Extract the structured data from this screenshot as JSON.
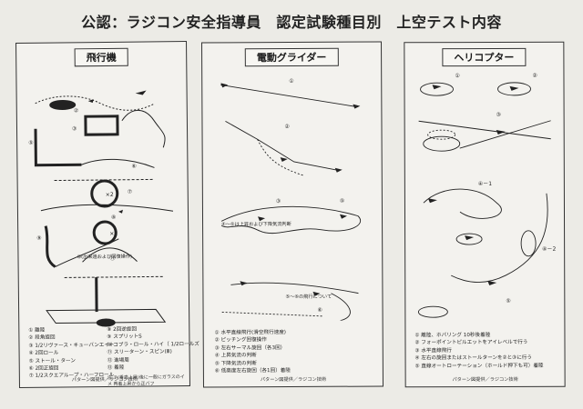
{
  "title": "公認：ラジコン安全指導員　認定試験種目別　上空テスト内容",
  "panels": {
    "airplane": {
      "header": "飛行機",
      "annotation": "⑩(出来過および回復操作)",
      "legend_left": [
        "① 離陸",
        "② 段角旋回",
        "③ 1/2リヴァース・キューバンエイト",
        "④ 2回ロール",
        "⑤ ストール・ターン",
        "⑥ 2回正旋回",
        "⑦ 1/2スクエアループ・ハーフロール"
      ],
      "legend_right": [
        "⑧ 2回逆旋回",
        "⑨ スプリットS",
        "⑩ コブラ・ロール・ハイ（ 1/2ロールズ",
        "⑪ スリーターン・スピン(Ⅲ)",
        "⑫ 進場周",
        "⑬ 着陸"
      ],
      "note": "注 ⑦(垂直上昇)後に一般にガラスのイメ 再着上昇から正バフ"
    },
    "glider": {
      "header": "電動グライダー",
      "annotation": "④～⑤は上昇および下降気流判断",
      "annotation2": "⑤～⑥の飛行について",
      "legend": [
        "① 水平直線飛行(滑空飛行速度)",
        "② ピッチング回復操作",
        "③ 左右サーマル旋回（各3回）",
        "④ 上昇気流の判断",
        "⑤ 下降気流の判断",
        "⑥ 低高度左右旋回（各1回）着陸"
      ]
    },
    "heli": {
      "header": "ヘリコプター",
      "label_4_1": "④－1",
      "label_4_2": "④－2",
      "legend": [
        "① 離陸、ホバリング 10秒後着陸",
        "② フォーポイントピルエットをアイレベルで行う",
        "③ 水平直線飛行",
        "④ 左右の旋回またはストールターンを②と③に行う",
        "⑤ 直線オートローテーション（ホールド押下も可）着陸"
      ]
    }
  },
  "caption": "パターン図提供／ラジコン技術"
}
